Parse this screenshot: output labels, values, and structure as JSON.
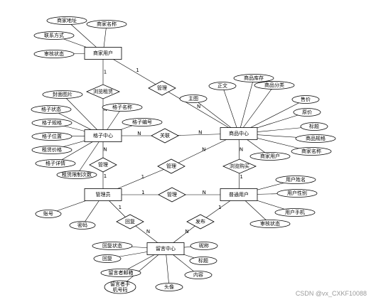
{
  "entities": {
    "merchant_user": "商家用户",
    "grid_center": "格子中心",
    "product_center": "商品中心",
    "admin": "管理员",
    "normal_user": "普通用户",
    "message_center": "留言中心"
  },
  "relations": {
    "browse_rent": "浏览租赁",
    "manage_product": "管理",
    "associate": "关联",
    "manage_grid": "管理",
    "manage_product_2": "管理",
    "browse_buy": "浏览购买",
    "manage_user": "管理",
    "reply": "回复",
    "publish": "发布"
  },
  "attributes": {
    "merchant_user": [
      "商家地址",
      "商家名称",
      "联系方式",
      "审核状态"
    ],
    "grid_center": [
      "封面图片",
      "格子名称",
      "格子状态",
      "格子编号",
      "格子规格",
      "格子位置",
      "租赁价格",
      "格子详情",
      "租赁限制次数"
    ],
    "product_center": [
      "正文",
      "商品库存",
      "商品分类",
      "主图",
      "售价",
      "原价",
      "标题",
      "商品规格",
      "商家用户",
      "商家名称"
    ],
    "admin": [
      "账号",
      "密码"
    ],
    "normal_user": [
      "用户姓名",
      "用户性别",
      "用户手机",
      "审核状态"
    ],
    "message_center": [
      "回复状态",
      "昵称",
      "回复",
      "标题",
      "留言者邮箱",
      "内容",
      "留言者手机号码",
      "头像"
    ]
  },
  "cardinality": {
    "one": "1",
    "many": "N"
  },
  "watermark": "CSDN @vx_CXKF10088"
}
